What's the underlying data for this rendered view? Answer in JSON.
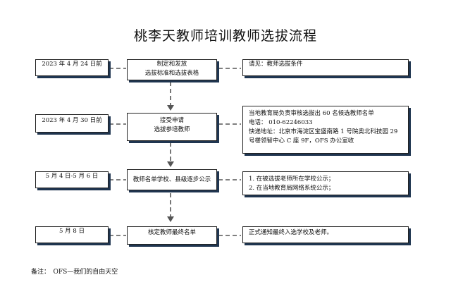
{
  "title": "桃李天教师培训教师选拔流程",
  "rows": [
    {
      "date": "2023 年 4 月 24 日前",
      "action": [
        "制定和发放",
        "选拔标准和选拔表格"
      ],
      "detail": [
        "请见：教师选拔条件"
      ]
    },
    {
      "date": "2023 年 4 月 30 日前",
      "action": [
        "接受申请",
        "选拔参培教师"
      ],
      "detail": [
        "当地教育局负责审核选拔出 60 名候选教师名单",
        "电话： 010-62246033",
        "快递地址：北京市海淀区宝盛南路 1 号院奥北科技园 29",
        "号楼领智中心 C 座 9F，OFS 办公室收"
      ]
    },
    {
      "date": "5 月 4 日-5 月 6 日",
      "action": [
        "教师名单学校、县级逐步公示"
      ],
      "detail": [
        "1. 在被选拔老师所在学校公示；",
        "2. 在当地教育局网络系统公示；"
      ]
    },
    {
      "date": "5 月 8 日",
      "action": [
        "核定教师最终名单"
      ],
      "detail": [
        "正式通知最终入选学校及老师。"
      ]
    }
  ],
  "note": "备注：　OFS—我们的自由天空",
  "colors": {
    "shadow": "#1f3550",
    "line": "#555555"
  }
}
